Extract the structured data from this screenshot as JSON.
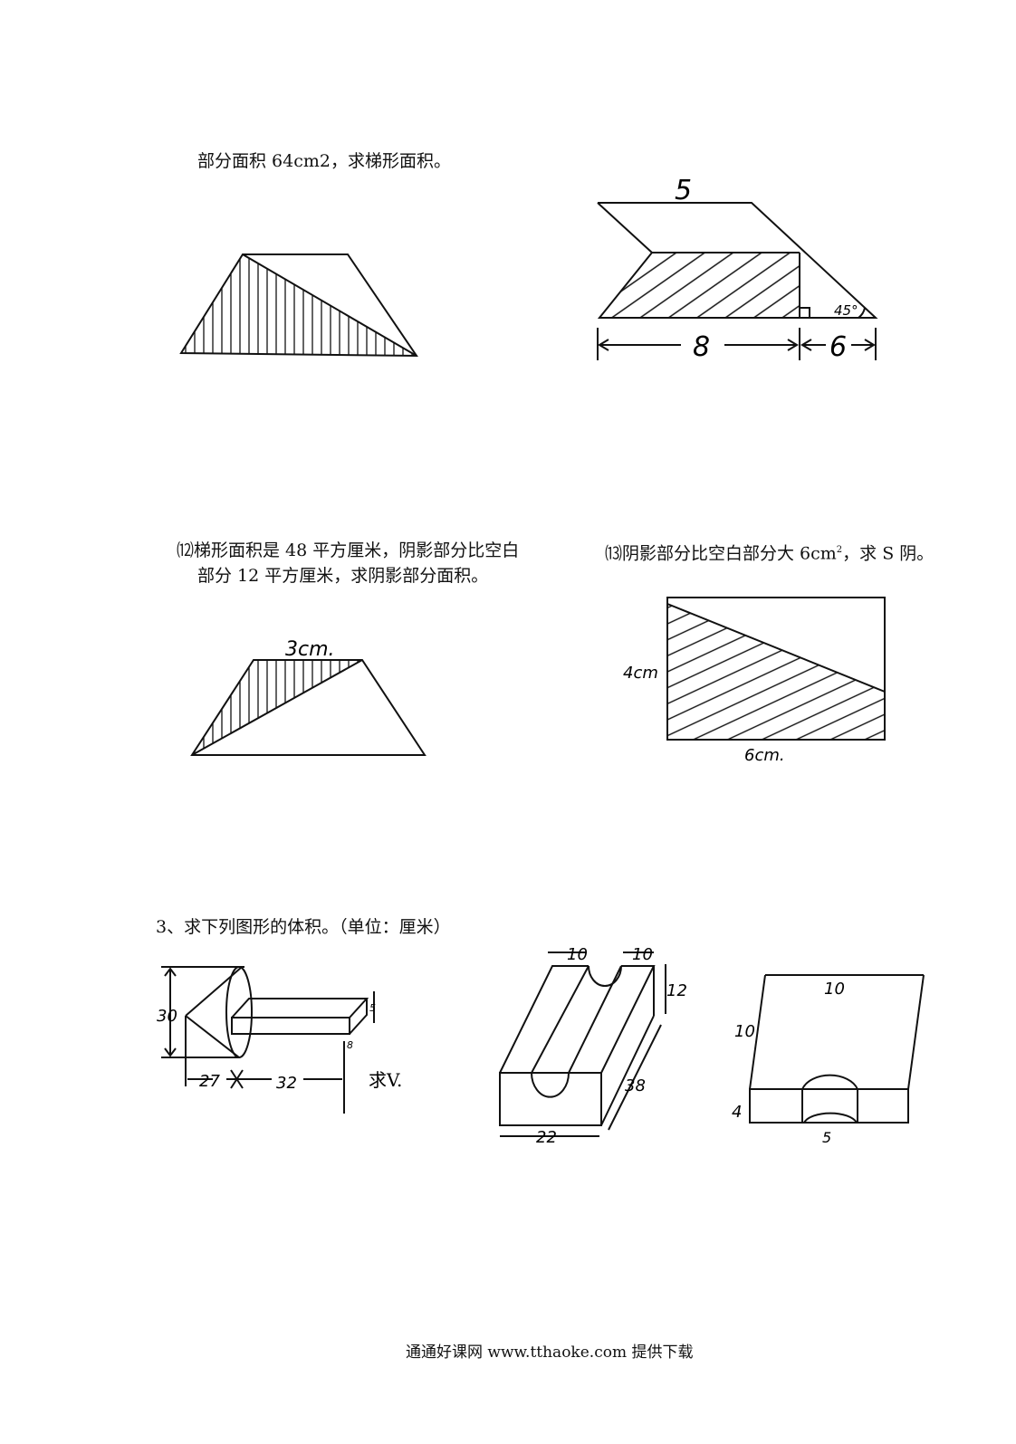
{
  "problem_11": {
    "text_tail": "部分面积 64cm2，求梯形面积。"
  },
  "figure_right_top": {
    "label_top": "5",
    "label_angle": "45°",
    "label_bottom_left": "8",
    "label_bottom_right": "6"
  },
  "problem_12": {
    "line1": "⑿梯形面积是 48 平方厘米，阴影部分比空白",
    "line2": "部分 12 平方厘米，求阴影部分面积。",
    "figure_label": "3cm."
  },
  "problem_13": {
    "text_before": "⒀阴影部分比空白部分大 6cm",
    "sup": "2",
    "text_after": "，求 S 阴。",
    "label_height": "4cm",
    "label_width": "6cm."
  },
  "section_3": {
    "heading": "3、求下列图形的体积。（单位：厘米）",
    "fig1": {
      "h": "30",
      "l1": "27",
      "l2": "32",
      "s1": "5",
      "s2": "8",
      "ask": "求V."
    },
    "fig2": {
      "w1": "10",
      "w2": "10",
      "h": "12",
      "d": "38",
      "w": "22"
    },
    "fig3": {
      "top": "10",
      "side": "10",
      "h": "4",
      "arc": "5"
    }
  },
  "footer": {
    "text": "通通好课网 www.tthaoke.com 提供下载"
  }
}
